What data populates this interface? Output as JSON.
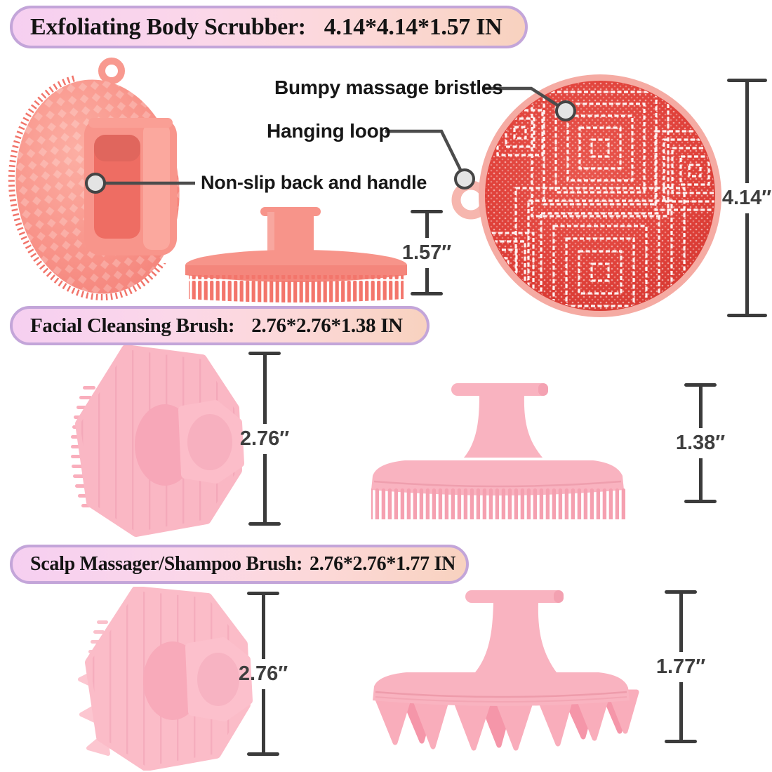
{
  "banners": [
    {
      "title": "Exfoliating Body Scrubber:",
      "size": "4.14*4.14*1.57 IN"
    },
    {
      "title": "Facial Cleansing Brush:",
      "size": "2.76*2.76*1.38 IN"
    },
    {
      "title": "Scalp Massager/Shampoo Brush:",
      "size": "2.76*2.76*1.77 IN"
    }
  ],
  "callouts": [
    {
      "label": "Bumpy massage bristles"
    },
    {
      "label": "Hanging loop"
    },
    {
      "label": "Non-slip back and handle"
    }
  ],
  "dimensions": {
    "body_height": "1.57″",
    "body_diameter": "4.14″",
    "facial_diameter": "2.76″",
    "facial_height": "1.38″",
    "scalp_diameter": "2.76″",
    "scalp_height": "1.77″"
  },
  "colors": {
    "coral_body": "#f89389",
    "red_bristle_face": "#e04138",
    "pink_body": "#f9b3c0",
    "banner_border": "#c3a5d9",
    "banner_gradient_left": "#f6cff1",
    "banner_gradient_right": "#f8d2bf",
    "annotation_text": "#161616",
    "dimension_lines": "#3b3b3b"
  }
}
